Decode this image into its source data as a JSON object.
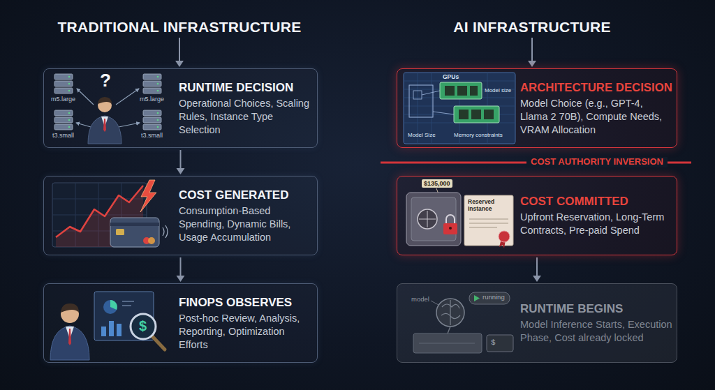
{
  "diagram": {
    "nodes": [
      {
        "text": [
          "TRADITIONAL INFRASTRUCTURE"
        ]
      },
      {
        "text": [
          "AI INFRASTRUCTURE"
        ]
      },
      {
        "text": [
          "RUNTIME DECISION",
          "Operational Choices, Scaling Rules, Instance Type Selection"
        ]
      },
      {
        "text": [
          "COST GENERATED",
          "Consumption-Based Spending, Dynamic Bills, Usage Accumulation"
        ]
      },
      {
        "text": [
          "FINOPS OBSERVES",
          "Post-hoc Review, Analysis, Reporting, Optimization Efforts"
        ]
      },
      {
        "text": [
          "ARCHITECTURE DECISION",
          "Model Choice (e.g., GPT-4, Llama 2 70B), Compute Needs, VRAM Allocation"
        ]
      },
      {
        "text": [
          "COST COMMITTED",
          "Upfront Reservation, Long-Term Contracts, Pre-paid Spend"
        ]
      },
      {
        "text": [
          "RUNTIME BEGINS",
          "Model Inference Starts, Execution Phase, Cost already locked"
        ]
      }
    ],
    "edges": [
      {
        "from": 0,
        "to": 2,
        "arrow": "to"
      },
      {
        "from": 2,
        "to": 3,
        "arrow": "to"
      },
      {
        "from": 3,
        "to": 4,
        "arrow": "to"
      },
      {
        "from": 1,
        "to": 5,
        "arrow": "to"
      },
      {
        "from": 6,
        "to": 7,
        "arrow": "to"
      }
    ],
    "labels": [
      "?",
      "m5.large",
      "m5.large",
      "t3.small",
      "t3.small",
      "GPUs",
      "Model size",
      "Model Size",
      "Memory constraints",
      "COST AUTHORITY INVERSION",
      "$135,000",
      "Reserved Instance",
      "$",
      "model",
      "running",
      "$"
    ]
  }
}
